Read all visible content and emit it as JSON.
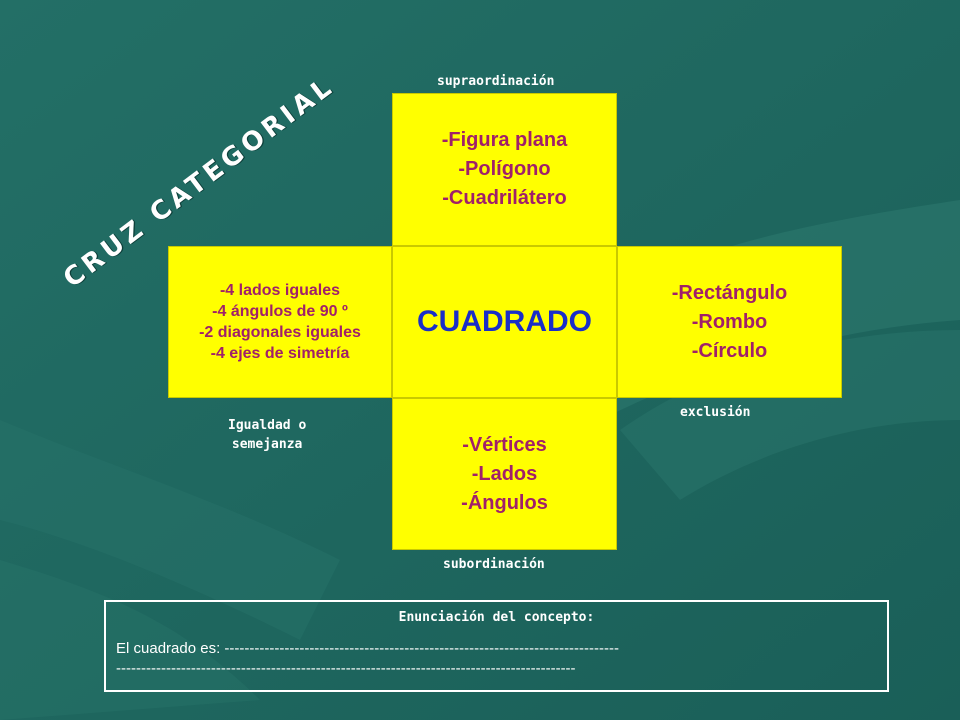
{
  "colors": {
    "background": "#1f6b63",
    "box_fill": "#ffff00",
    "box_text": "#a0206a",
    "center_text": "#1a2ec8",
    "label_text": "#ffffff"
  },
  "title": "CRUZ CATEGORIAL",
  "labels": {
    "supra": "supraordinación",
    "sub": "subordinación",
    "exclusion": "exclusión",
    "igualdad_line1": "Igualdad o",
    "igualdad_line2": "semejanza"
  },
  "boxes": {
    "top": [
      "-Figura plana",
      "-Polígono",
      "-Cuadrilátero"
    ],
    "left": [
      "-4 lados iguales",
      "-4 ángulos de 90 º",
      "-2 diagonales iguales",
      "-4 ejes de simetría"
    ],
    "center": "CUADRADO",
    "right": [
      "-Rectángulo",
      "-Rombo",
      "-Círculo"
    ],
    "bottom": [
      "-Vértices",
      "-Lados",
      "-Ángulos"
    ]
  },
  "concept": {
    "title": "Enunciación del concepto:",
    "line1": "El cuadrado es: -------------------------------------------------------------------------------",
    "line2": "--------------------------------------------------------------------------------------------"
  }
}
